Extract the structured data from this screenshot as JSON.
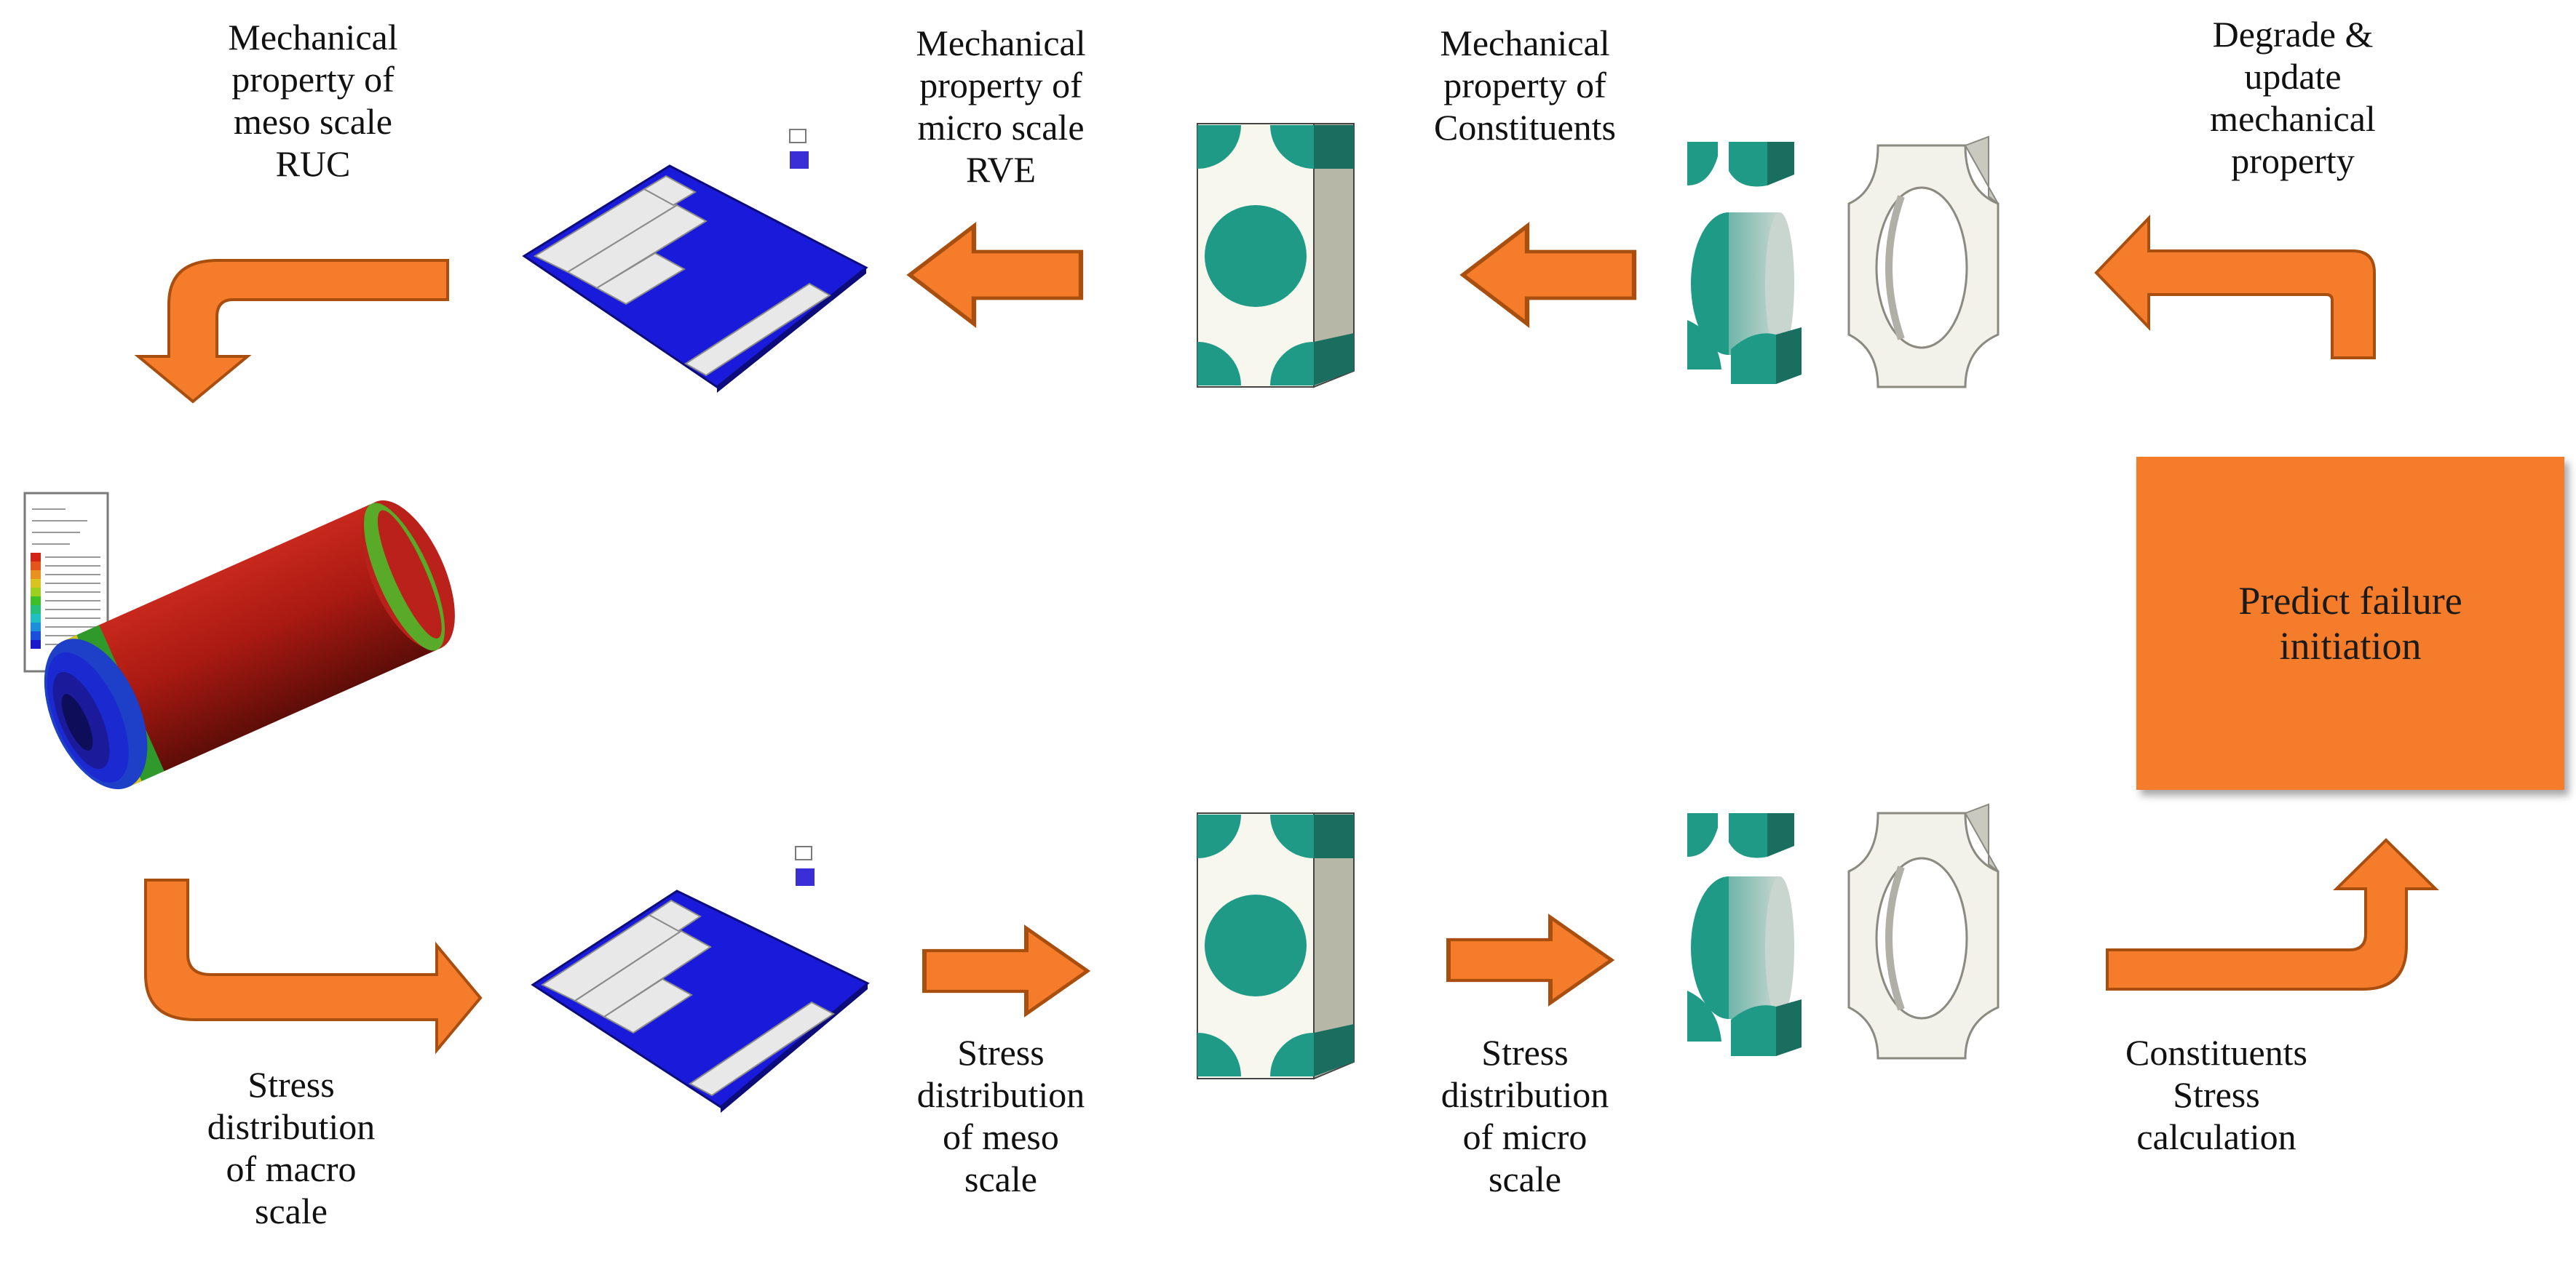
{
  "labels": {
    "mech_meso": "Mechanical\nproperty of\nmeso scale\nRUC",
    "mech_micro": "Mechanical\nproperty of\nmicro scale\nRVE",
    "mech_constituents": "Mechanical\nproperty of\nConstituents",
    "degrade_update": "Degrade &\nupdate\nmechanical\nproperty",
    "predict_failure": "Predict failure\ninitiation",
    "stress_macro": "Stress\ndistribution\nof macro\nscale",
    "stress_meso": "Stress\ndistribution\nof meso\nscale",
    "stress_micro": "Stress\ndistribution\nof micro\nscale",
    "constituents_stress": "Constituents\nStress\ncalculation"
  },
  "colors": {
    "arrow_fill": "#f47c2a",
    "arrow_stroke": "#a84e0f",
    "plate_blue": "#1a1adb",
    "fiber_teal": "#1e9a86",
    "matrix_white": "#f7f7ee",
    "box_orange": "#f47c2a"
  },
  "icons": {
    "vessel": "pressure-vessel-contour",
    "plate": "meso-ruc-plate",
    "rve": "micro-rve-block",
    "constituent_fiber": "fiber-constituent",
    "constituent_matrix": "matrix-constituent"
  }
}
